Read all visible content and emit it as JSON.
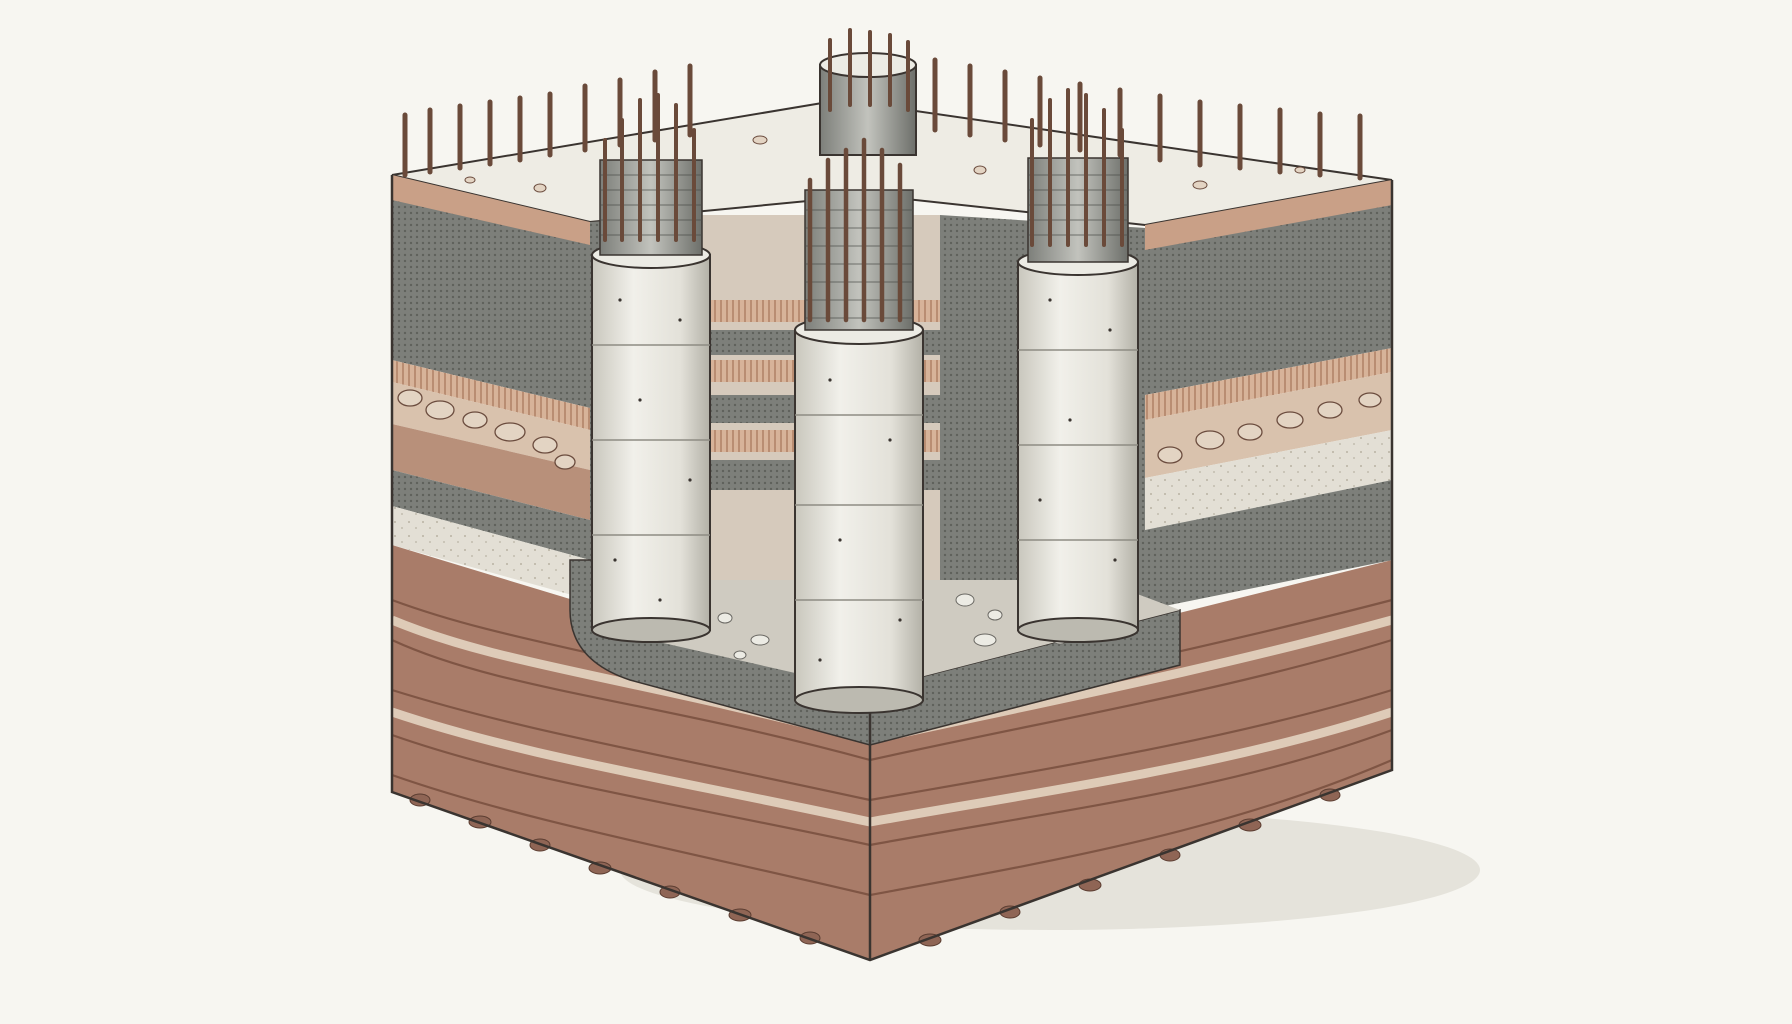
{
  "colors": {
    "background": "#f7f6f1",
    "concrete": "#ecebe4",
    "concrete_shade": "#c9c7bd",
    "concrete_dark": "#a9a79d",
    "rebar": "#7a5a48",
    "rebar_dark": "#4e382c",
    "topsoil": "#c9a087",
    "clay": "#a97c69",
    "clay_dark": "#7f5544",
    "sand": "#e8d9c6",
    "light_band": "#e3dfd5",
    "gravel": "#8b8a84",
    "hatch_gray": "#7d7f7a",
    "outline": "#3a3430"
  },
  "icons": [
    "rebar-cage",
    "concrete-pile",
    "gravel-bed",
    "soil-stratum"
  ]
}
